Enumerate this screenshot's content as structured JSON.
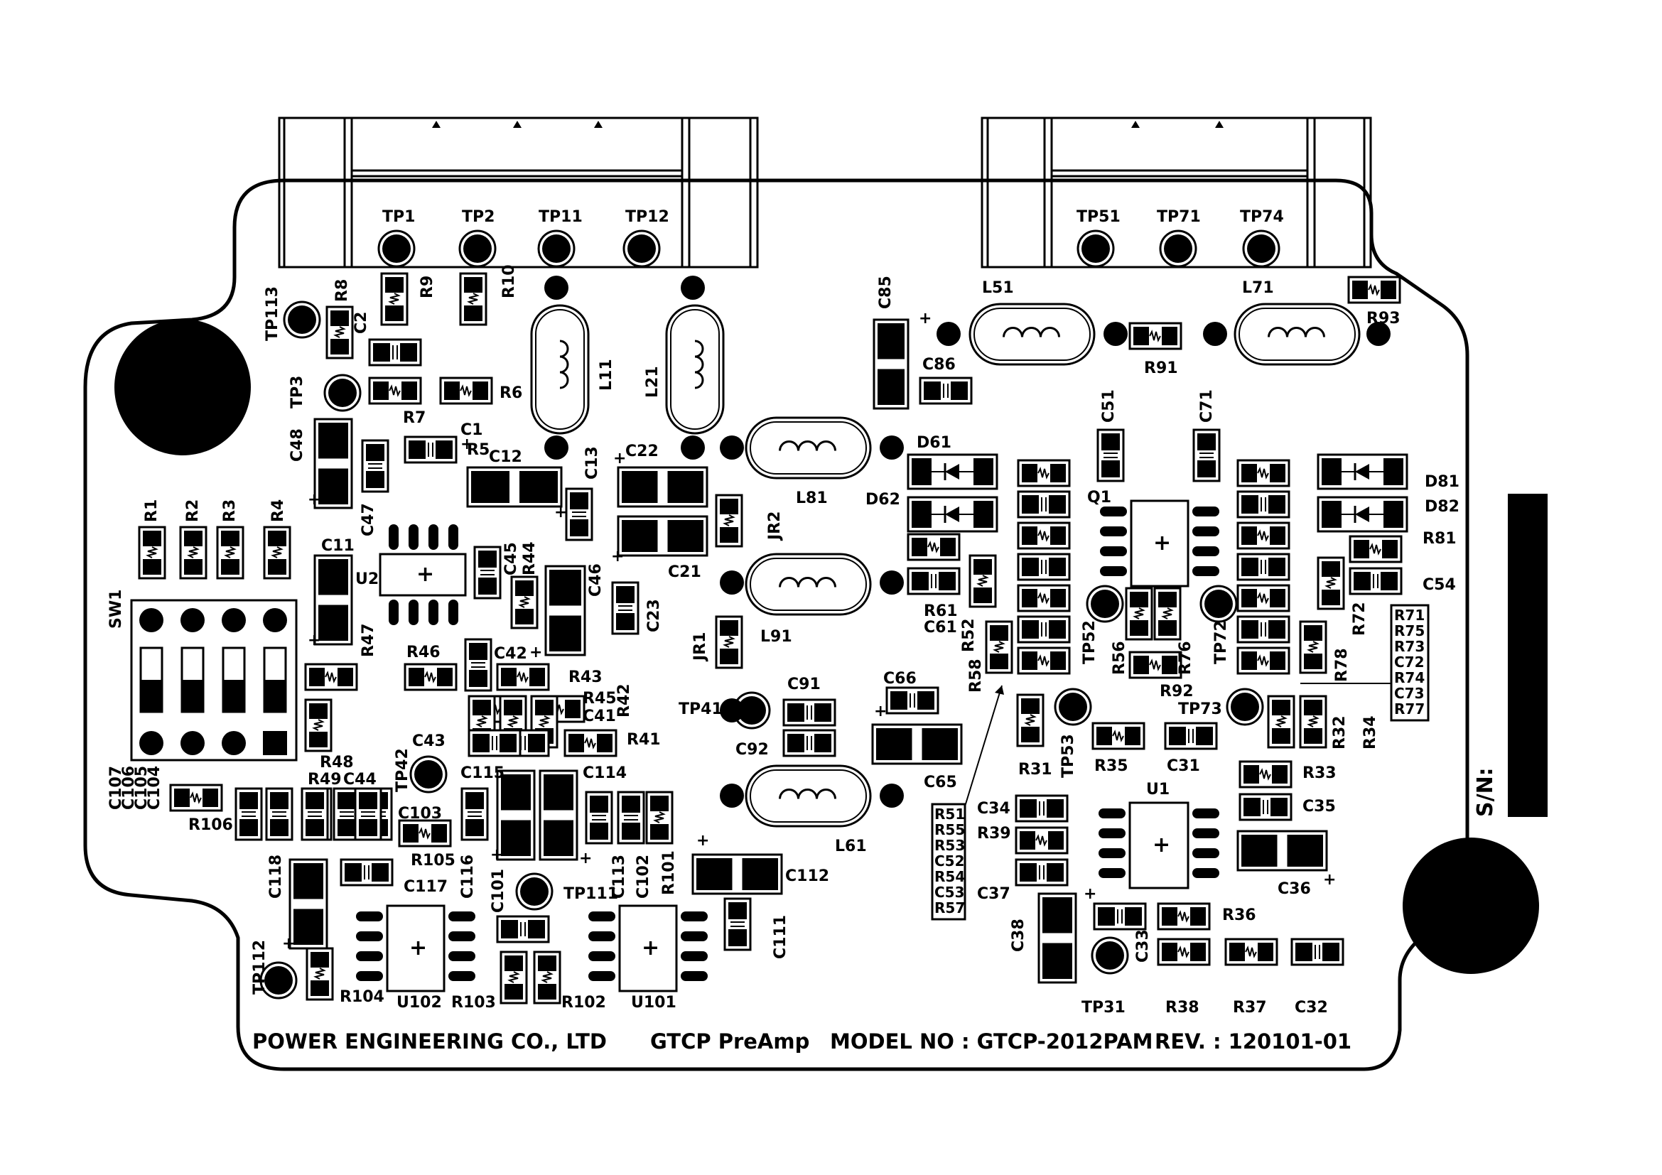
{
  "colors": {
    "ink": "#000000",
    "paper": "#ffffff"
  },
  "footer": {
    "company": "POWER ENGINEERING CO., LTD",
    "product": "GTCP PreAmp",
    "model": "MODEL NO : GTCP-2012PAM",
    "revision": "REV. : 120101-01"
  },
  "serial_label": "S/N:",
  "components": {
    "tp1": "TP1",
    "tp2": "TP2",
    "tp11": "TP11",
    "tp12": "TP12",
    "tp51": "TP51",
    "tp71": "TP71",
    "tp74": "TP74",
    "tp113": "TP113",
    "tp3": "TP3",
    "tp41": "TP41",
    "tp42": "TP42",
    "tp52": "TP52",
    "tp53": "TP53",
    "tp72": "TP72",
    "tp73": "TP73",
    "tp111": "TP111",
    "tp112": "TP112",
    "tp31": "TP31",
    "r8": "R8",
    "r9": "R9",
    "r10": "R10",
    "c2": "C2",
    "r7": "R7",
    "r6": "R6",
    "l11": "L11",
    "l21": "L21",
    "c85": "C85",
    "l51": "L51",
    "l71": "L71",
    "r93": "R93",
    "r91": "R91",
    "c86": "C86",
    "c48": "C48",
    "c1": "C1",
    "r5": "R5",
    "c12": "C12",
    "c13": "C13",
    "c22": "C22",
    "l81": "L81",
    "d61": "D61",
    "d62": "D62",
    "c51": "C51",
    "c71": "C71",
    "d81": "D81",
    "d82": "D82",
    "r1": "R1",
    "r2": "R2",
    "r3": "R3",
    "r4": "R4",
    "c47": "C47",
    "c11": "C11",
    "u2": "U2",
    "c45": "C45",
    "r44": "R44",
    "c46": "C46",
    "c23": "C23",
    "c21": "C21",
    "jr2": "JR2",
    "q1": "Q1",
    "r81": "R81",
    "c54": "C54",
    "r72": "R72",
    "sw1": "SW1",
    "l91": "L91",
    "jr1": "JR1",
    "r61": "R61",
    "c61": "C61",
    "r52": "R52",
    "r58": "R58",
    "r56": "R56",
    "r76": "R76",
    "r92": "R92",
    "r78": "R78",
    "r47": "R47",
    "r46": "R46",
    "c42": "C42",
    "r43": "R43",
    "c66": "C66",
    "c91": "C91",
    "r45": "R45",
    "c41": "C41",
    "r42": "R42",
    "r41": "R41",
    "c92": "C92",
    "c43": "C43",
    "r48": "R48",
    "r49": "R49",
    "c44": "C44",
    "c115": "C115",
    "c114": "C114",
    "c65": "C65",
    "r31": "R31",
    "r35": "R35",
    "c31": "C31",
    "r32": "R32",
    "r34": "R34",
    "r33": "R33",
    "c35": "C35",
    "c107": "C107",
    "c106": "C106",
    "c105": "C105",
    "c104": "C104",
    "r106": "R106",
    "c103": "C103",
    "r105": "R105",
    "l61": "L61",
    "c34": "C34",
    "u1": "U1",
    "r39": "R39",
    "c37": "C37",
    "c36": "C36",
    "c117": "C117",
    "c116": "C116",
    "c101": "C101",
    "c113": "C113",
    "c102": "C102",
    "r101": "R101",
    "c112": "C112",
    "c118": "C118",
    "c111": "C111",
    "c38": "C38",
    "c33": "C33",
    "r36": "R36",
    "r104": "R104",
    "u102": "U102",
    "r103": "R103",
    "r102": "R102",
    "u101": "U101",
    "r38": "R38",
    "r37": "R37",
    "c32": "C32"
  },
  "label_groups": {
    "left": [
      "R51",
      "R55",
      "R53",
      "C52",
      "R54",
      "C53",
      "R57"
    ],
    "right": [
      "R71",
      "R75",
      "R73",
      "C72",
      "R74",
      "C73",
      "R77"
    ]
  },
  "switch": {
    "positions": 4
  },
  "marks": {
    "plus": "+",
    "minus": "-"
  }
}
